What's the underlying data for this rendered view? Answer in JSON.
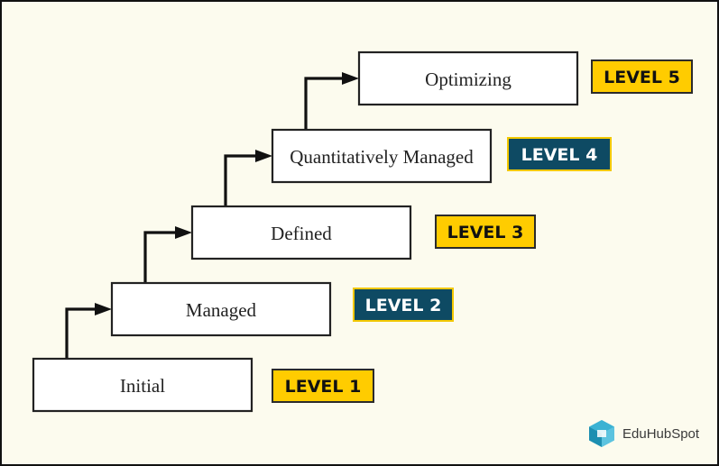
{
  "steps": [
    {
      "label": "Initial",
      "level": "LEVEL 1",
      "badge_bg": "#ffcc00",
      "badge_fg": "#111111"
    },
    {
      "label": "Managed",
      "level": "LEVEL 2",
      "badge_bg": "#0e4a63",
      "badge_fg": "#ffffff"
    },
    {
      "label": "Defined",
      "level": "LEVEL 3",
      "badge_bg": "#ffcc00",
      "badge_fg": "#111111"
    },
    {
      "label": "Quantitatively Managed",
      "level": "LEVEL 4",
      "badge_bg": "#0e4a63",
      "badge_fg": "#ffffff"
    },
    {
      "label": "Optimizing",
      "level": "LEVEL 5",
      "badge_bg": "#ffcc00",
      "badge_fg": "#111111"
    }
  ],
  "brand": {
    "logo_icon": "edu-hub-spot-hexagon-logo",
    "name": "EduHubSpot",
    "accent": "#2f9bb8"
  }
}
